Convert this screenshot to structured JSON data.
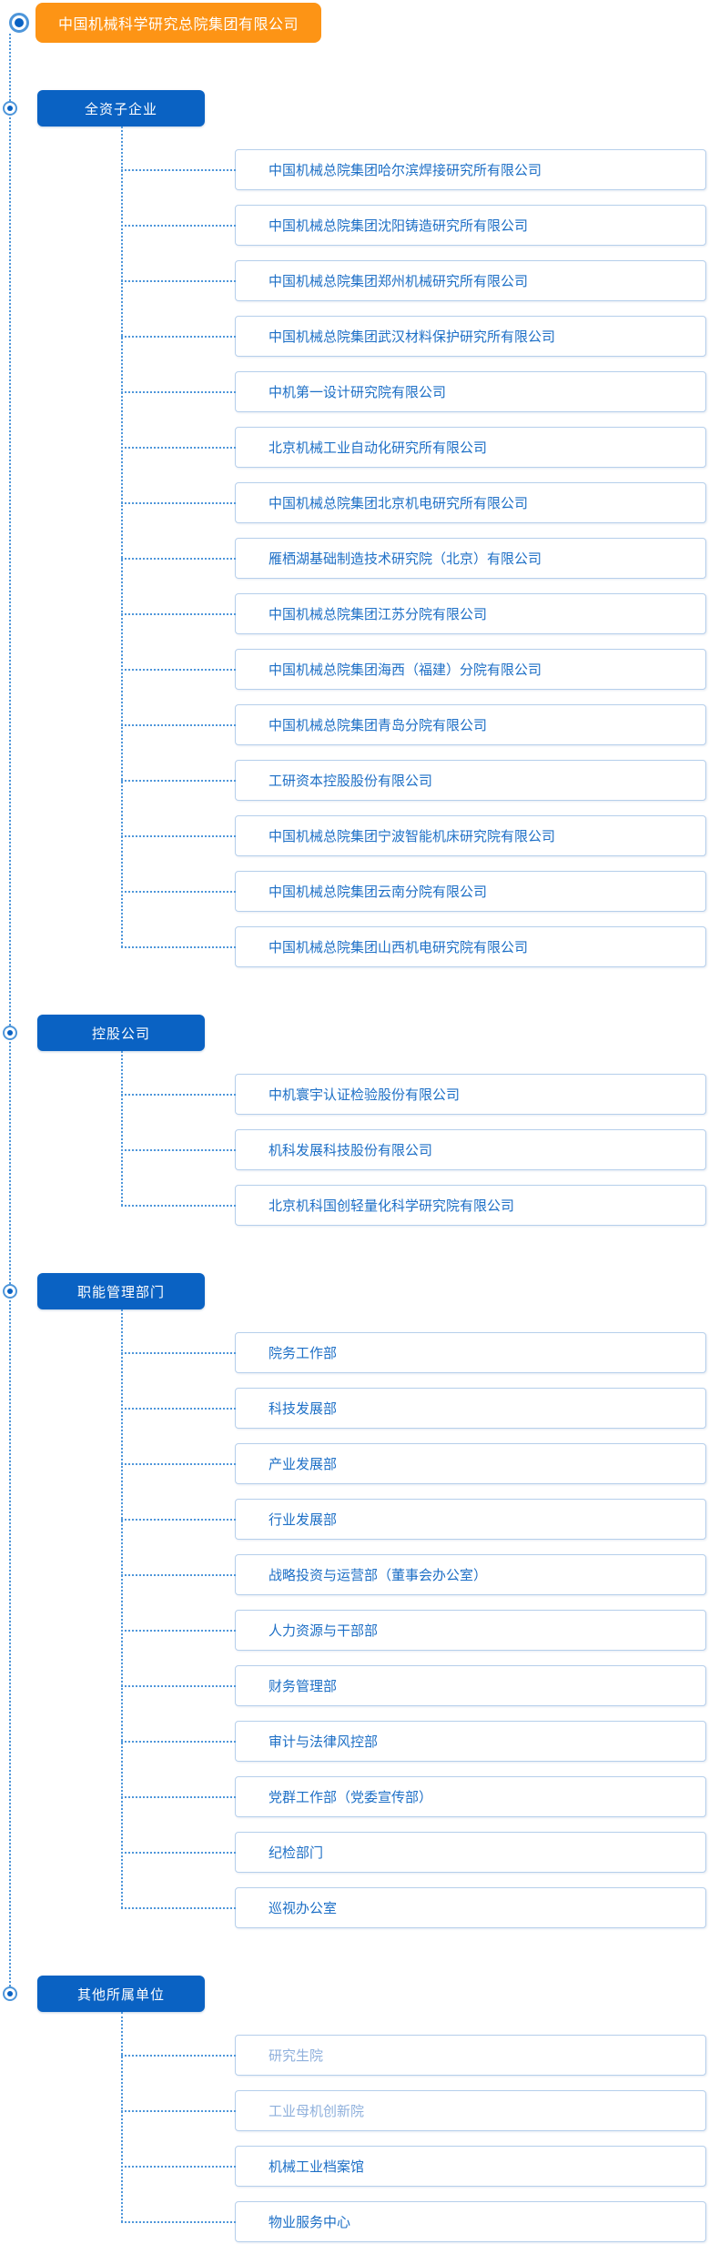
{
  "root": {
    "label": "中国机械科学研究总院集团有限公司"
  },
  "groups": [
    {
      "label": "全资子企业",
      "items": [
        {
          "label": "中国机械总院集团哈尔滨焊接研究所有限公司"
        },
        {
          "label": "中国机械总院集团沈阳铸造研究所有限公司"
        },
        {
          "label": "中国机械总院集团郑州机械研究所有限公司"
        },
        {
          "label": "中国机械总院集团武汉材料保护研究所有限公司"
        },
        {
          "label": "中机第一设计研究院有限公司"
        },
        {
          "label": "北京机械工业自动化研究所有限公司"
        },
        {
          "label": "中国机械总院集团北京机电研究所有限公司"
        },
        {
          "label": "雁栖湖基础制造技术研究院（北京）有限公司"
        },
        {
          "label": "中国机械总院集团江苏分院有限公司"
        },
        {
          "label": "中国机械总院集团海西（福建）分院有限公司"
        },
        {
          "label": "中国机械总院集团青岛分院有限公司"
        },
        {
          "label": "工研资本控股股份有限公司"
        },
        {
          "label": "中国机械总院集团宁波智能机床研究院有限公司"
        },
        {
          "label": "中国机械总院集团云南分院有限公司"
        },
        {
          "label": "中国机械总院集团山西机电研究院有限公司"
        }
      ]
    },
    {
      "label": "控股公司",
      "items": [
        {
          "label": "中机寰宇认证检验股份有限公司"
        },
        {
          "label": "机科发展科技股份有限公司"
        },
        {
          "label": "北京机科国创轻量化科学研究院有限公司"
        }
      ]
    },
    {
      "label": "职能管理部门",
      "items": [
        {
          "label": "院务工作部"
        },
        {
          "label": "科技发展部"
        },
        {
          "label": "产业发展部"
        },
        {
          "label": "行业发展部"
        },
        {
          "label": "战略投资与运营部（董事会办公室）"
        },
        {
          "label": "人力资源与干部部"
        },
        {
          "label": "财务管理部"
        },
        {
          "label": "审计与法律风控部"
        },
        {
          "label": "党群工作部（党委宣传部）"
        },
        {
          "label": "纪检部门"
        },
        {
          "label": "巡视办公室"
        }
      ]
    },
    {
      "label": "其他所属单位",
      "items": [
        {
          "label": "研究生院",
          "muted": true
        },
        {
          "label": "工业母机创新院",
          "muted": true
        },
        {
          "label": "机械工业档案馆"
        },
        {
          "label": "物业服务中心"
        }
      ]
    }
  ],
  "colors": {
    "root_bg": "#fd9415",
    "root_text": "#ffffff",
    "category_bg": "#0a62c3",
    "category_text": "#ffffff",
    "connector_line": "#4e96da",
    "leaf_border": "#b6cfeb",
    "leaf_text": "#1d6fc6",
    "leaf_text_muted": "#8fb0dc"
  }
}
